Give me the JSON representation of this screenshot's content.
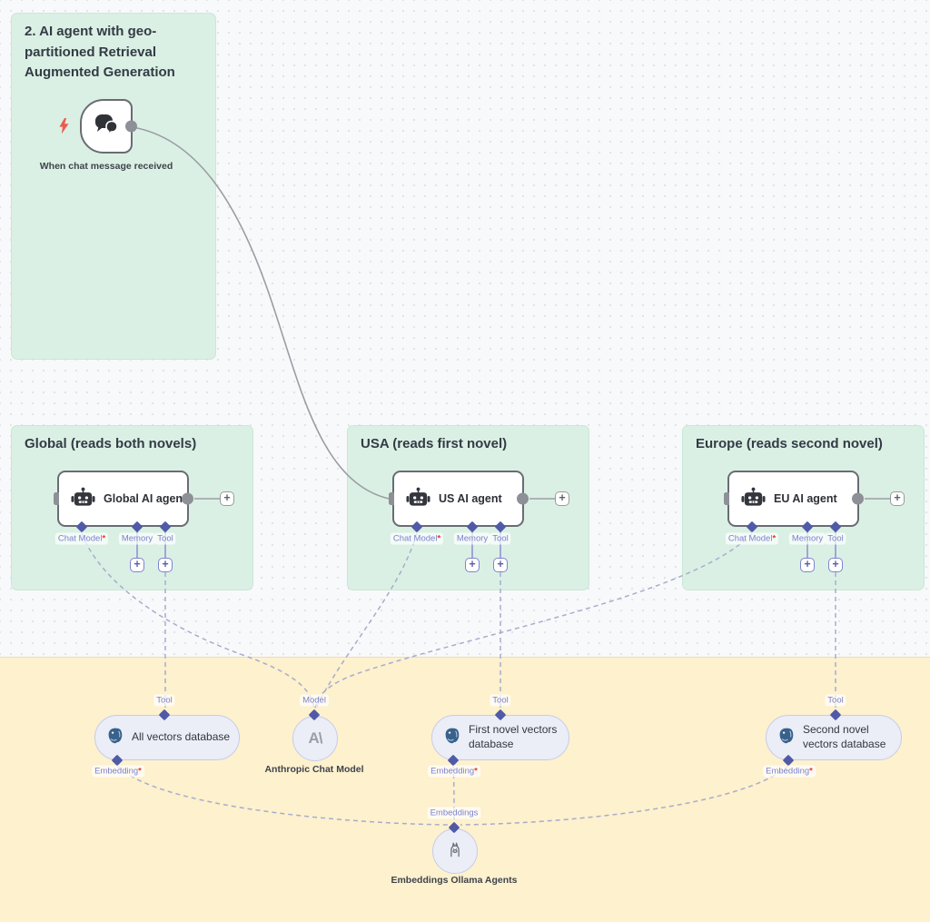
{
  "glyphs": {
    "plus": "+",
    "required": "*",
    "anthropic_logo": "A\\"
  },
  "colors": {
    "canvas": "#f8f9fb",
    "sticky_green": "#dbf0e4",
    "sticky_yellow": "#fdf1ce",
    "connector_diamond": "#505aa7",
    "port_label": "#7b81d0",
    "required_red": "#e23c3c",
    "dashed_wire": "#a8accc",
    "solid_wire": "#9b9ea4",
    "subnode_fill": "#ebedf7",
    "subnode_border": "#c7cce9",
    "trigger_bolt": "#ee5a4c",
    "postgres_blue": "#38618c"
  },
  "stickies": {
    "intro": {
      "title": "2. AI agent with geo-partitioned Retrieval Augmented Generation"
    },
    "global": {
      "title": "Global (reads both novels)"
    },
    "usa": {
      "title": "USA (reads first novel)"
    },
    "europe": {
      "title": "Europe (reads second novel)"
    }
  },
  "trigger": {
    "caption": "When chat message received"
  },
  "agents": [
    {
      "title": "Global AI agent",
      "ports": {
        "chat_model": "Chat Model",
        "memory": "Memory",
        "tool": "Tool"
      }
    },
    {
      "title": "US AI agent",
      "ports": {
        "chat_model": "Chat Model",
        "memory": "Memory",
        "tool": "Tool"
      }
    },
    {
      "title": "EU AI agent",
      "ports": {
        "chat_model": "Chat Model",
        "memory": "Memory",
        "tool": "Tool"
      }
    }
  ],
  "subnodes": {
    "all_db": {
      "title": "All vectors database",
      "top_port": "Tool",
      "bottom_port": "Embedding"
    },
    "anthropic": {
      "caption": "Anthropic Chat Model",
      "top_port": "Model"
    },
    "first_db": {
      "title": "First novel vectors database",
      "top_port": "Tool",
      "bottom_port": "Embedding"
    },
    "second_db": {
      "title": "Second novel vectors database",
      "top_port": "Tool",
      "bottom_port": "Embedding"
    },
    "ollama": {
      "caption": "Embeddings Ollama Agents",
      "top_port": "Embeddings"
    }
  }
}
